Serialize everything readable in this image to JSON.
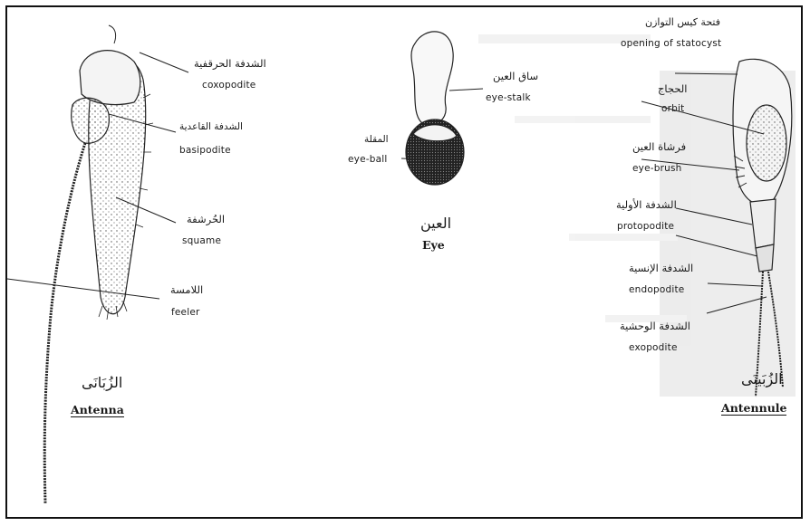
{
  "antenna": {
    "title_ar": "الزُبَانَى",
    "title_en": "Antenna",
    "parts": [
      {
        "ar": "الشدفة الحرقفية",
        "en": "coxopodite"
      },
      {
        "ar": "الشدفة القاعدية",
        "en": "basipodite"
      },
      {
        "ar": "الحُرشفة",
        "en": "squame"
      },
      {
        "ar": "اللامسة",
        "en": "feeler"
      }
    ]
  },
  "eye": {
    "title_ar": "العين",
    "title_en": "Eye",
    "parts": [
      {
        "ar": "ساق العين",
        "en": "eye-stalk"
      },
      {
        "ar": "المقلة",
        "en": "eye-ball"
      }
    ]
  },
  "antennule": {
    "title_ar": "الزُبَينَى",
    "title_en": "Antennule",
    "parts": [
      {
        "ar": "فتحة كيس التوازن",
        "en": "opening of statocyst"
      },
      {
        "ar": "الحجاج",
        "en": "orbit"
      },
      {
        "ar": "فرشاة العين",
        "en": "eye-brush"
      },
      {
        "ar": "الشدفة الأولية",
        "en": "protopodite"
      },
      {
        "ar": "الشدفة الإنسية",
        "en": "endopodite"
      },
      {
        "ar": "الشدفة الوحشية",
        "en": "exopodite"
      }
    ]
  }
}
